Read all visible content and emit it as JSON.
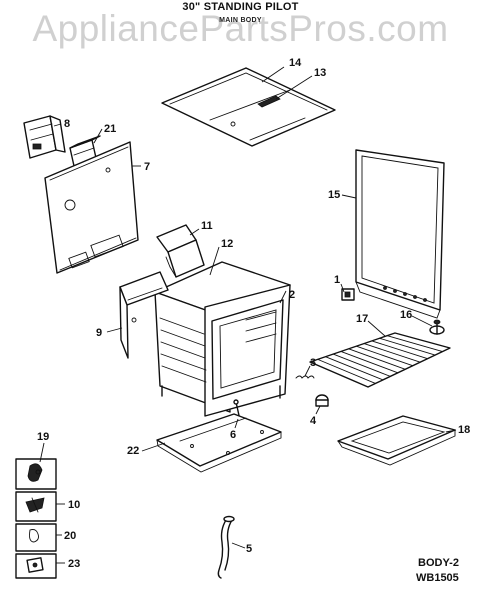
{
  "header": {
    "title": "30\" STANDING PILOT",
    "subtitle": "MAIN BODY"
  },
  "watermark": "AppliancePartsPros.com",
  "callouts": {
    "c1": "1",
    "c2": "2",
    "c3": "3",
    "c4": "4",
    "c5": "5",
    "c6": "6",
    "c7": "7",
    "c8": "8",
    "c9": "9",
    "c10": "10",
    "c11": "11",
    "c12": "12",
    "c13": "13",
    "c14": "14",
    "c15": "15",
    "c16": "16",
    "c17": "17",
    "c18": "18",
    "c19": "19",
    "c20": "20",
    "c21": "21",
    "c22": "22",
    "c23": "23"
  },
  "footer": {
    "line1": "BODY-2",
    "line2": "WB1505"
  }
}
